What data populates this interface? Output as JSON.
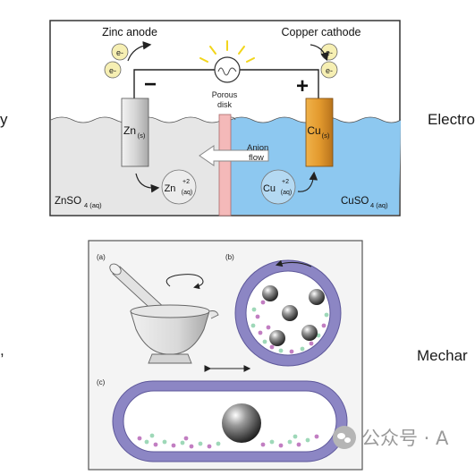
{
  "side_labels": {
    "left_1": "y",
    "right_1": "Electro",
    "left_2": ",",
    "right_2": "Mechar"
  },
  "cell": {
    "zinc_anode": "Zinc anode",
    "copper_cathode": "Copper cathode",
    "electron": "e-",
    "minus": "−",
    "plus": "+",
    "porous_1": "Porous",
    "porous_2": "disk",
    "zn_label": "Zn",
    "zn_sub": "(s)",
    "cu_label": "Cu",
    "cu_sub": "(s)",
    "anion_1": "Anion",
    "anion_2": "flow",
    "zn_ion": "Zn",
    "zn_ion_sup": "+2",
    "zn_ion_sub": "(aq)",
    "cu_ion": "Cu",
    "cu_ion_sup": "+2",
    "cu_ion_sub": "(aq)",
    "znso4": "ZnSO",
    "znso4_sub": "4 (aq)",
    "cuso4": "CuSO",
    "cuso4_sub": "4 (aq)"
  },
  "mill": {
    "label_a": "(a)",
    "label_b": "(b)",
    "label_c": "(c)"
  },
  "watermark": {
    "text": "公众号 · A"
  },
  "colors": {
    "left_solution": "#e6e6e6",
    "right_solution": "#8dc8f0",
    "porous_disk": "#f4b9b9",
    "cu_electrode": "#e39a2e",
    "zn_electrode": "#cfcfcf",
    "mill_wall": "#8c86c4"
  }
}
